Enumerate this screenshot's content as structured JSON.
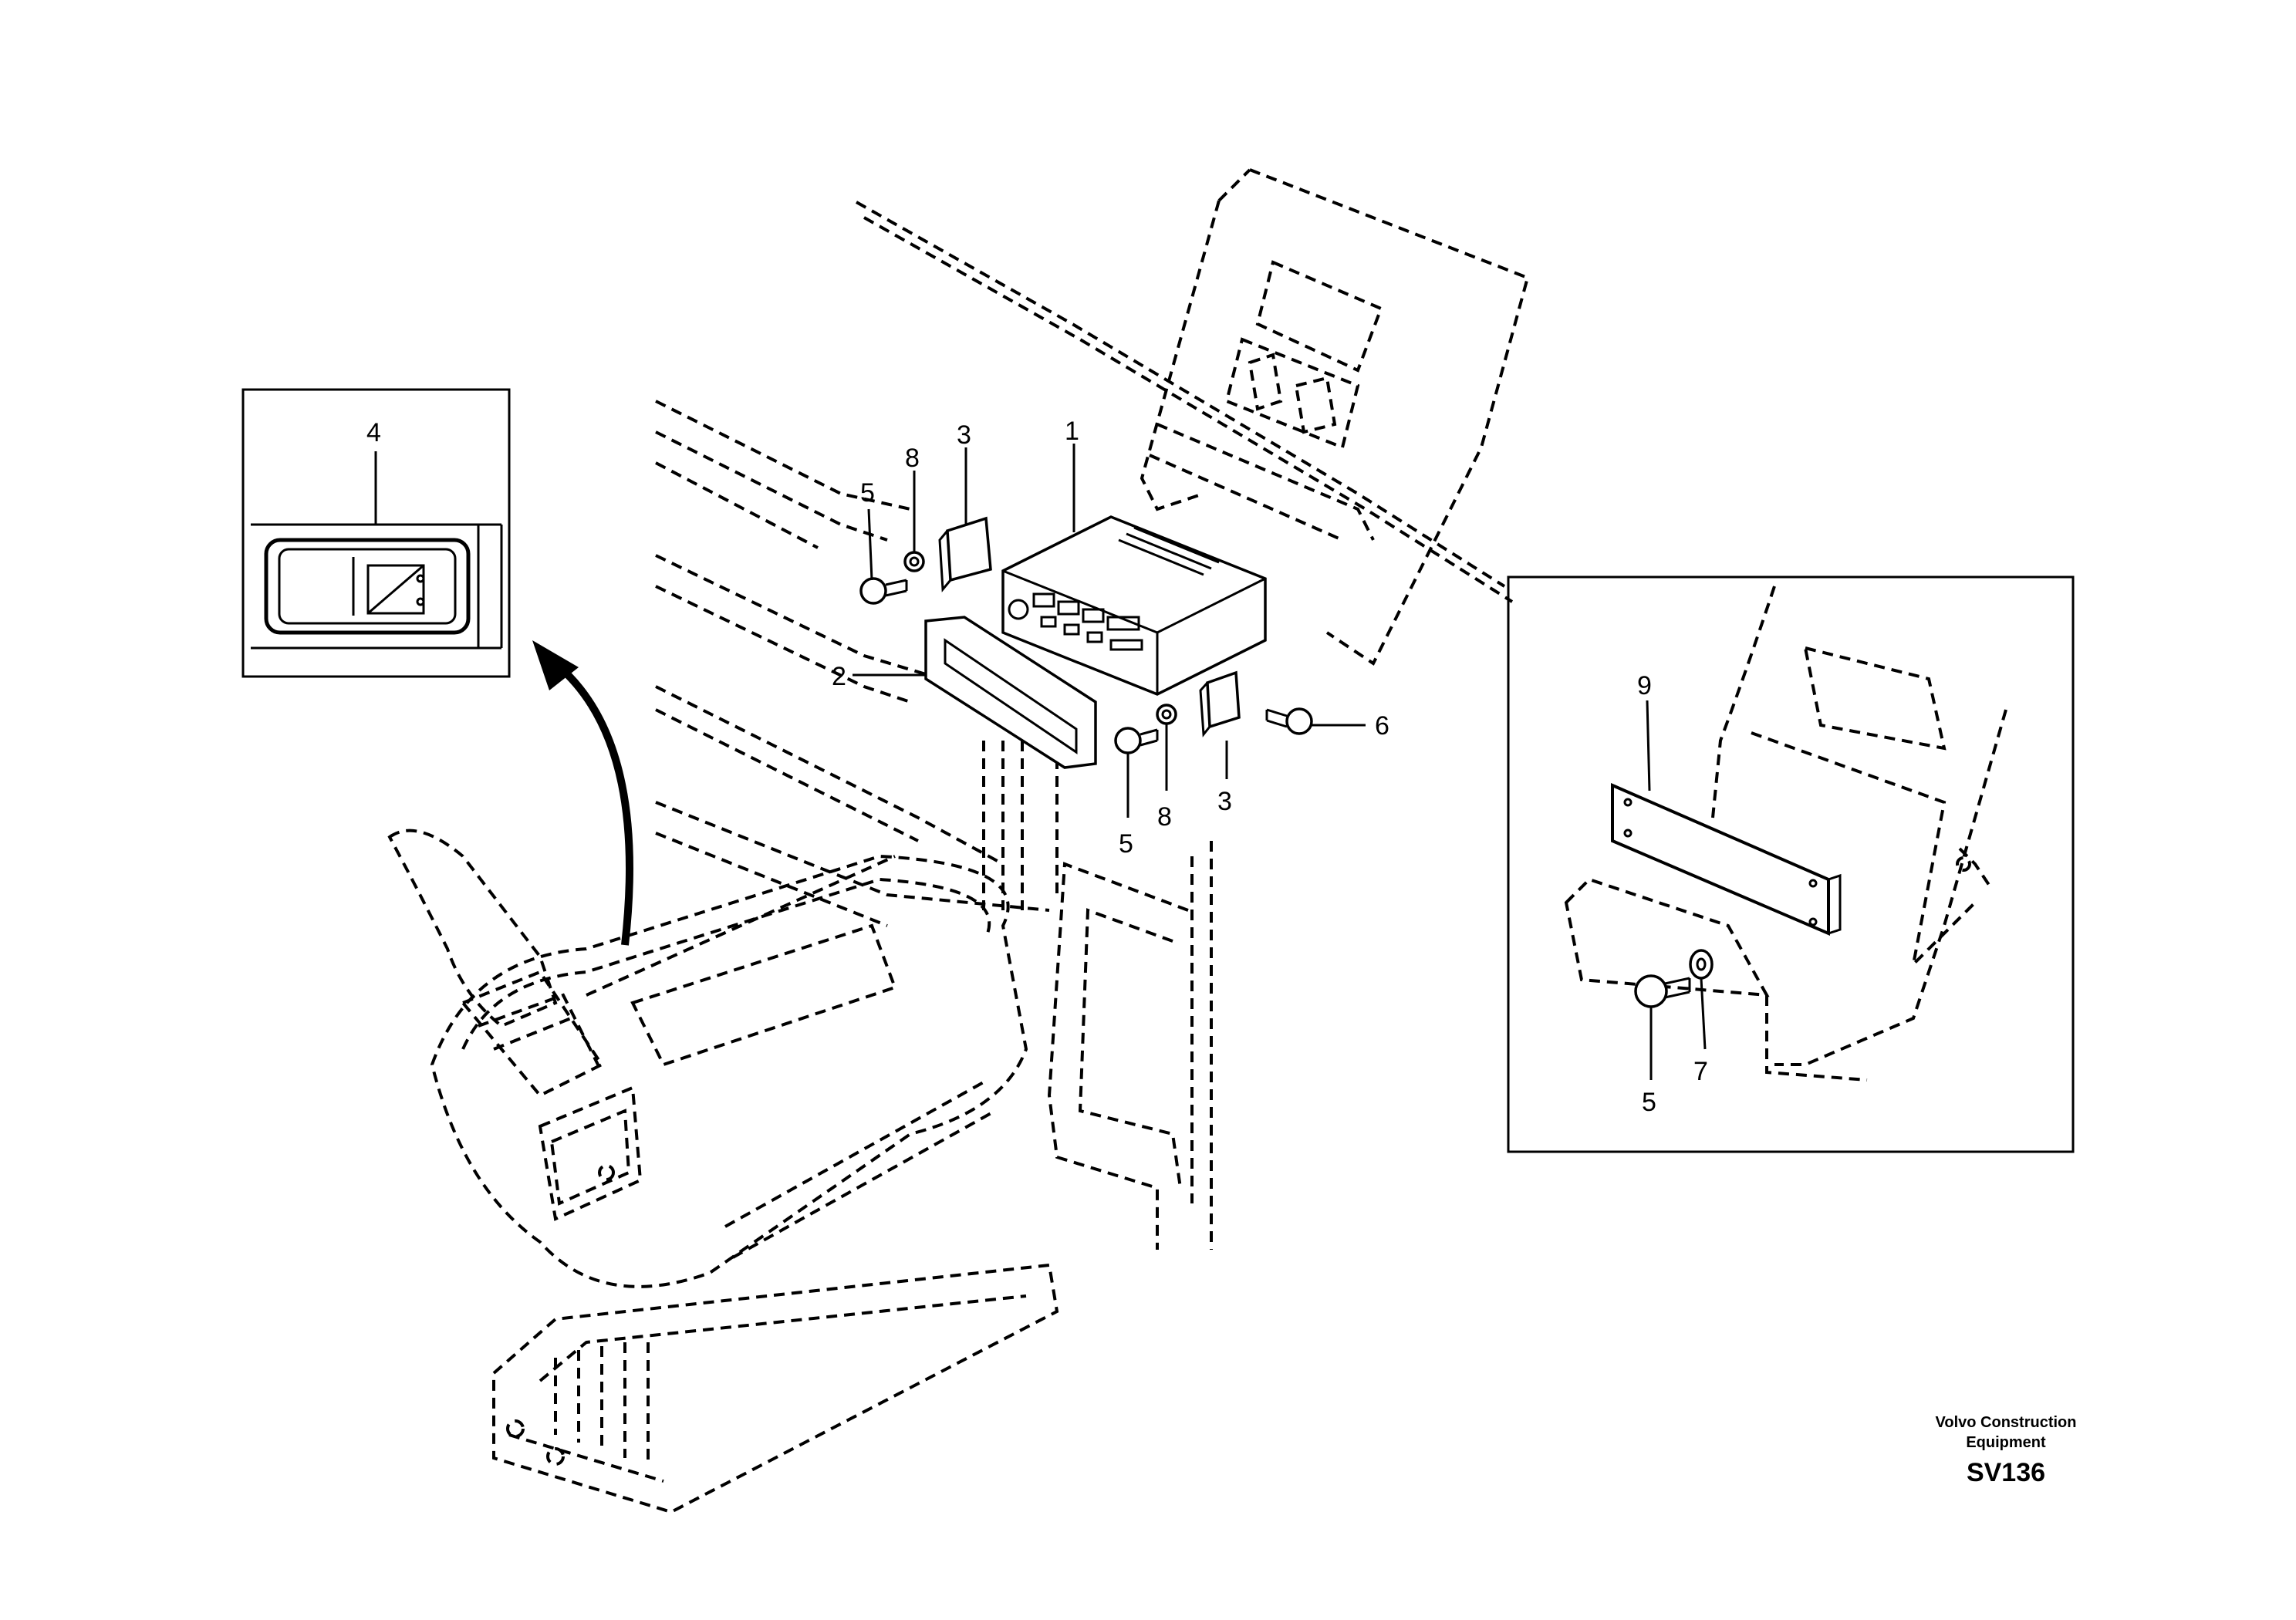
{
  "callouts": {
    "c1": "1",
    "c2": "2",
    "c3a": "3",
    "c3b": "3",
    "c4": "4",
    "c5a": "5",
    "c5b": "5",
    "c5c": "5",
    "c6": "6",
    "c7": "7",
    "c8a": "8",
    "c8b": "8",
    "c9": "9"
  },
  "credit": {
    "line1": "Volvo Construction",
    "line2": "Equipment",
    "code": "SV136"
  },
  "icons": {
    "switch_symbol": "wiper-switch-icon",
    "arrow": "curved-arrow-icon"
  }
}
